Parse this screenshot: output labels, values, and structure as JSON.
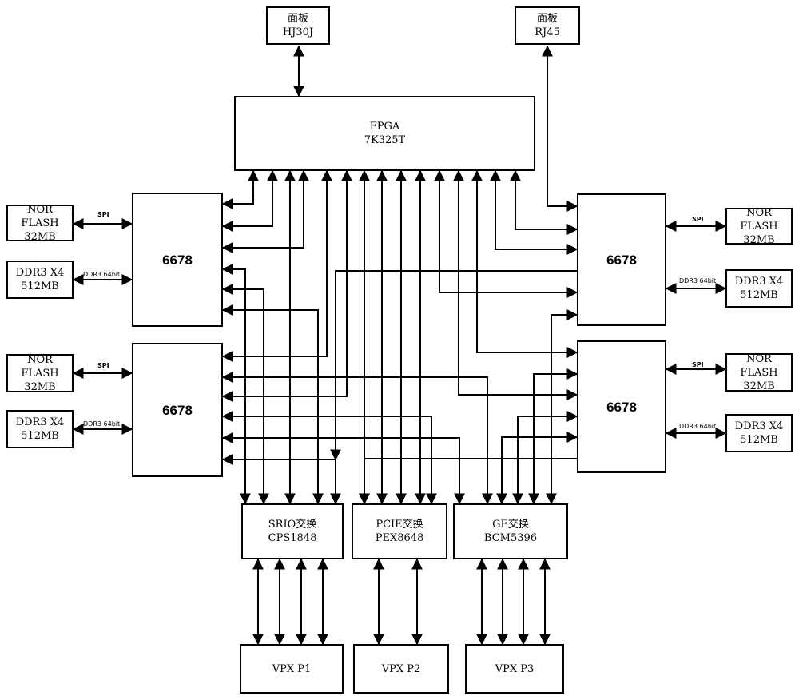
{
  "panels": [
    {
      "title": "面板",
      "subtitle": "HJ30J"
    },
    {
      "title": "面板",
      "subtitle": "RJ45"
    }
  ],
  "fpga": {
    "line1": "FPGA",
    "line2": "7K325T"
  },
  "dsps": [
    "6678",
    "6678",
    "6678",
    "6678"
  ],
  "memory": {
    "nor_flash": [
      "NOR FLASH",
      "32MB"
    ],
    "ddr": [
      "DDR3 X4",
      "512MB"
    ]
  },
  "bus_labels": {
    "spi": "SPI",
    "ddr": "DDR3 64bit"
  },
  "switches": [
    {
      "line1": "SRIO交换",
      "line2": "CPS1848"
    },
    {
      "line1": "PCIE交换",
      "line2": "PEX8648"
    },
    {
      "line1": "GE交换",
      "line2": "BCM5396"
    }
  ],
  "vpx": [
    "VPX P1",
    "VPX P2",
    "VPX P3"
  ]
}
